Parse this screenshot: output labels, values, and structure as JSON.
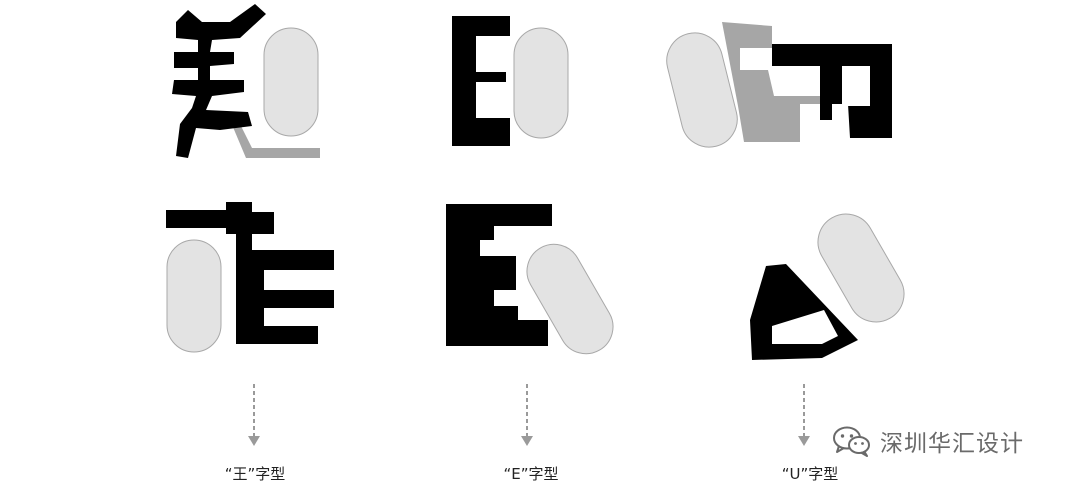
{
  "captions": {
    "wang": "“王”字型",
    "e": "“E”字型",
    "u": "“U”字型"
  },
  "watermark": {
    "text": "深圳华汇设计",
    "icon": "wechat-icon"
  },
  "colors": {
    "building": "#000000",
    "court": "#e3e3e3",
    "court_stroke": "#a8a8a8",
    "annex": "#a6a6a6",
    "arrow": "#9a9a9a",
    "watermark": "#6a6a6a"
  }
}
